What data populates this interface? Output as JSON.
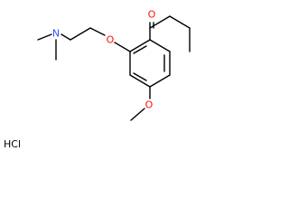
{
  "molecule": {
    "atoms": {
      "carbonyl_oxygen": {
        "symbol": "O",
        "color": "#ff0d0d"
      },
      "ether_oxygen": {
        "symbol": "O",
        "color": "#ff0d0d"
      },
      "amine_nitrogen": {
        "symbol": "N",
        "color": "#3050f8"
      },
      "methoxy_oxygen": {
        "symbol": "O",
        "color": "#ff0d0d"
      }
    },
    "salt": "HCl",
    "bond_color": "#000000"
  }
}
